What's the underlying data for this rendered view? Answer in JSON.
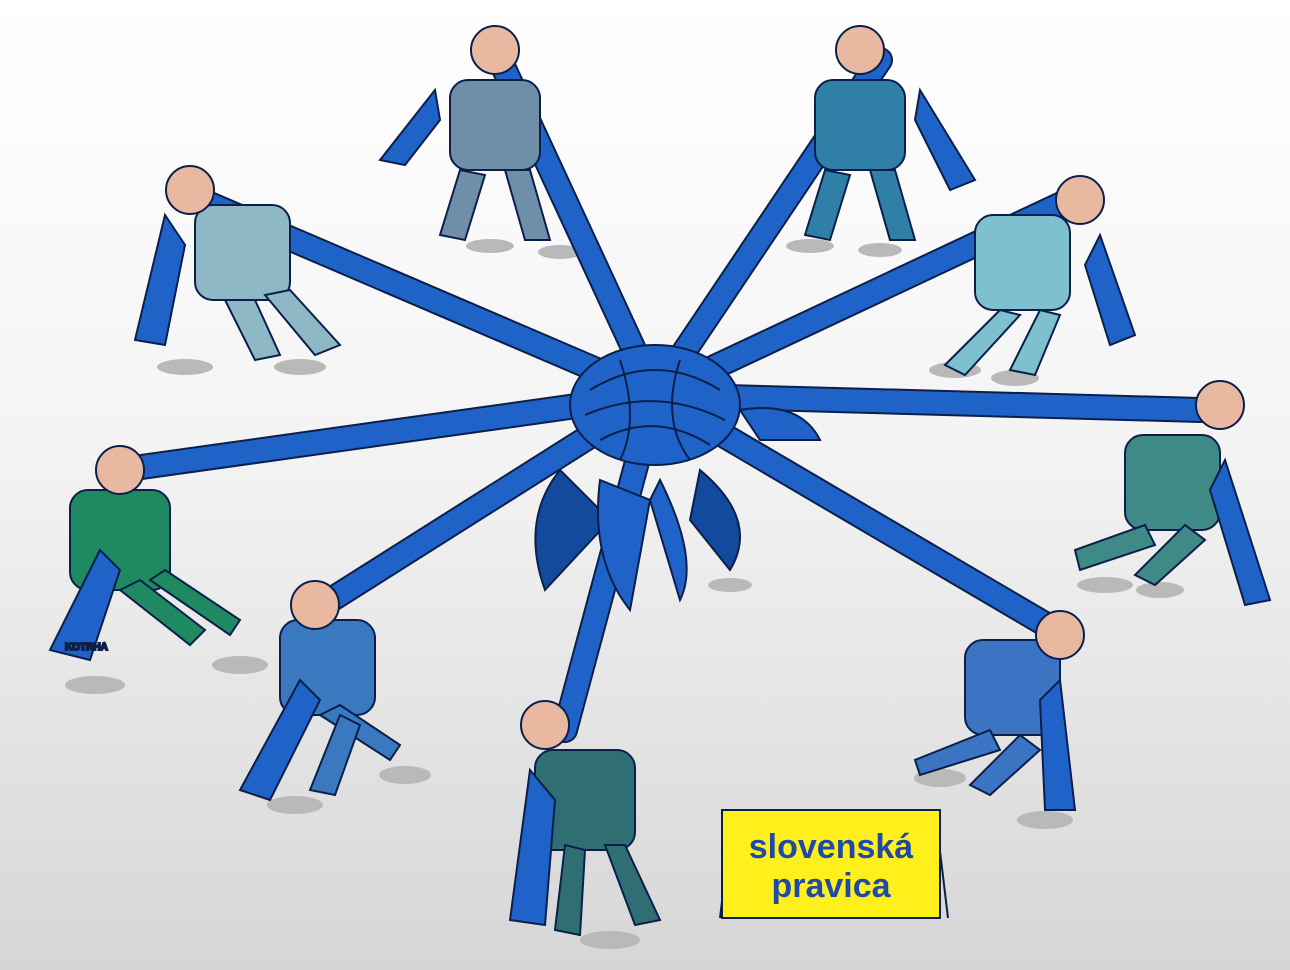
{
  "sign": {
    "line1": "slovenská",
    "line2": "pravica"
  },
  "signature": "KOTRHA",
  "colors": {
    "ribbon": "#1f63c9",
    "ribbon_dark": "#134a9e",
    "sign_fill": "#ffef1a",
    "sign_text": "#1f4aa8",
    "skin": "#e8b9a0",
    "shadow": "#b9b9b9"
  },
  "figures": [
    {
      "name": "top-left-man",
      "suit": "#6f8fa8"
    },
    {
      "name": "top-right-man",
      "suit": "#2f7fa6"
    },
    {
      "name": "upper-left-man",
      "suit": "#8fb8c6"
    },
    {
      "name": "upper-right-man",
      "suit": "#7fc0cf"
    },
    {
      "name": "right-man",
      "suit": "#3f8a86"
    },
    {
      "name": "left-man",
      "suit": "#1f8a62"
    },
    {
      "name": "lower-left-man",
      "suit": "#3a78c0"
    },
    {
      "name": "lower-right-man",
      "suit": "#3a74c2"
    },
    {
      "name": "bottom-man",
      "suit": "#2f6f74"
    }
  ]
}
